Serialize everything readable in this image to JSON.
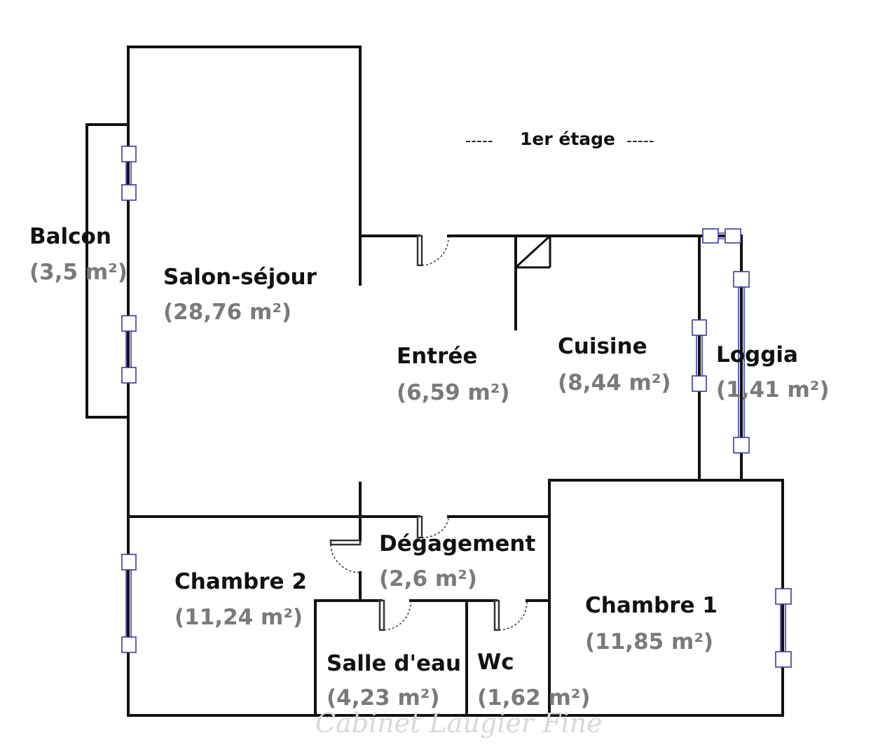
{
  "floor_title": "1er étage",
  "title_dashes": "-----",
  "rooms": {
    "balcon": {
      "name": "Balcon",
      "area": "(3,5 m²)"
    },
    "salon": {
      "name": "Salon-séjour",
      "area": "(28,76 m²)"
    },
    "entree": {
      "name": "Entrée",
      "area": "(6,59 m²)"
    },
    "cuisine": {
      "name": "Cuisine",
      "area": "(8,44 m²)"
    },
    "loggia": {
      "name": "Loggia",
      "area": "(1,41 m²)"
    },
    "degagement": {
      "name": "Dégagement",
      "area": "(2,6 m²)"
    },
    "chambre2": {
      "name": "Chambre 2",
      "area": "(11,24 m²)"
    },
    "chambre1": {
      "name": "Chambre 1",
      "area": "(11,85 m²)"
    },
    "salle_eau": {
      "name": "Salle d'eau",
      "area": "(4,23 m²)"
    },
    "wc": {
      "name": "Wc",
      "area": "(1,62 m²)"
    }
  },
  "watermark": "Cabinet Laugier Fine"
}
